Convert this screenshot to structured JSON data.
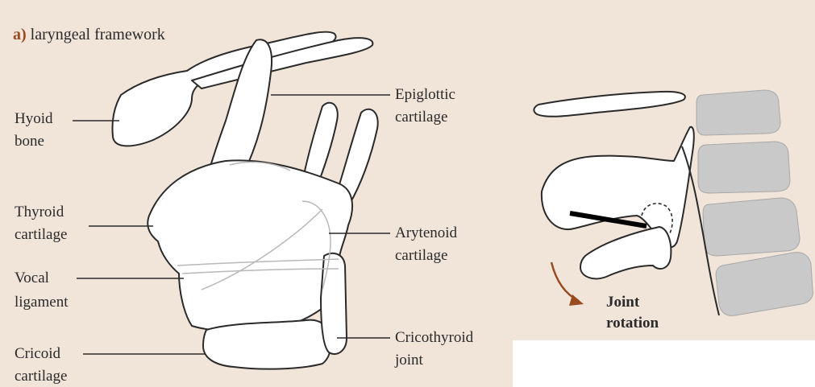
{
  "left_panel": {
    "panel_letter": "a)",
    "panel_title": "laryngeal framework",
    "labels": {
      "hyoid_1": "Hyoid",
      "hyoid_2": "bone",
      "thyroid_1": "Thyroid",
      "thyroid_2": "cartilage",
      "vocal_1": "Vocal",
      "vocal_2": "ligament",
      "cricoid_1": "Cricoid",
      "cricoid_2": "cartilage",
      "epiglottic_1": "Epiglottic",
      "epiglottic_2": "cartilage",
      "arytenoid_1": "Arytenoid",
      "arytenoid_2": "cartilage",
      "cricothyroid_1": "Cricothyroid",
      "cricothyroid_2": "joint"
    }
  },
  "right_panel": {
    "rotation_1": "Joint",
    "rotation_2": "rotation"
  },
  "colors": {
    "background": "#f1e5da",
    "outline": "#2a2a2a",
    "vertebra": "#c9c9c9",
    "arrow": "#9a4a1f"
  }
}
